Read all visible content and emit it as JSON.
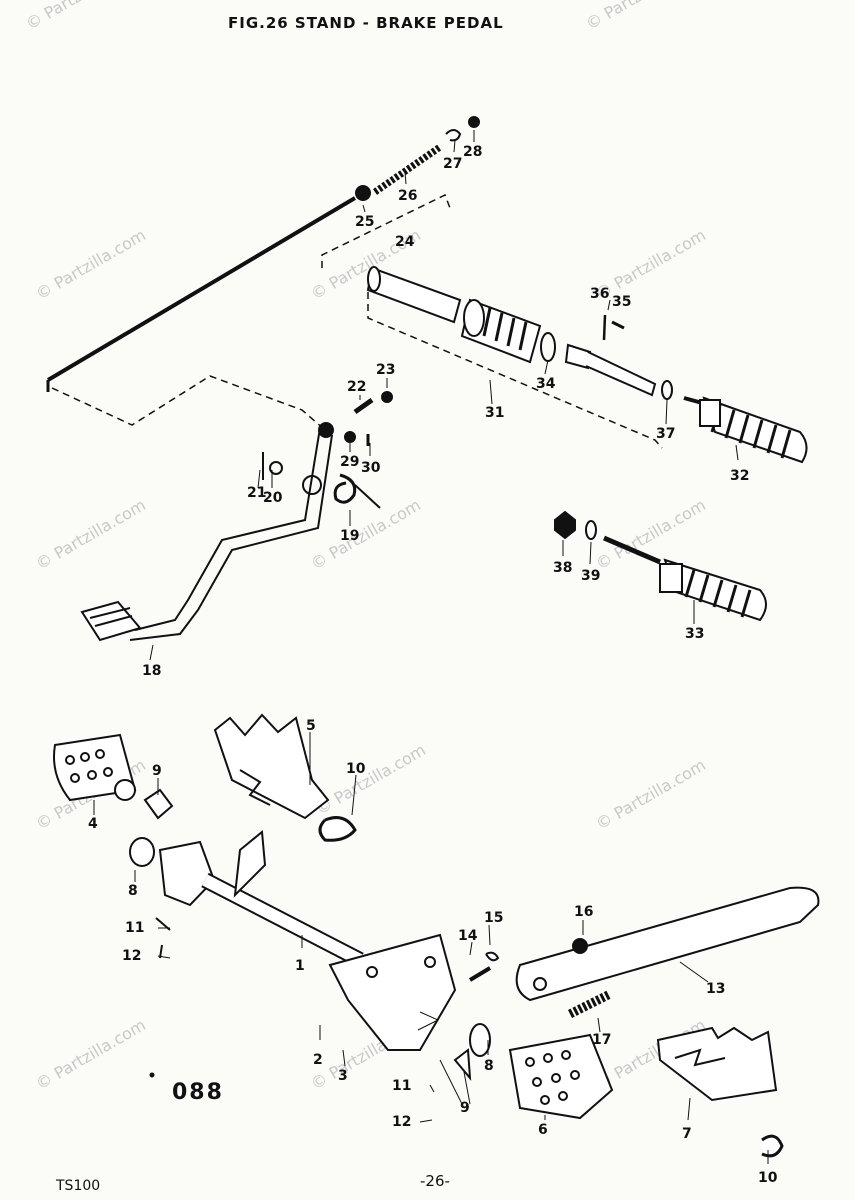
{
  "header": {
    "title": "FIG.26 STAND - BRAKE PEDAL"
  },
  "footer": {
    "code": "088",
    "model": "TS100",
    "page": "-26-"
  },
  "watermark": "© Partzilla.com",
  "callouts": [
    "1",
    "2",
    "3",
    "4",
    "5",
    "6",
    "7",
    "8",
    "8",
    "9",
    "9",
    "10",
    "10",
    "11",
    "11",
    "12",
    "12",
    "13",
    "14",
    "15",
    "16",
    "17",
    "18",
    "19",
    "20",
    "21",
    "22",
    "23",
    "24",
    "25",
    "26",
    "27",
    "28",
    "29",
    "30",
    "31",
    "32",
    "33",
    "34",
    "35",
    "36",
    "37",
    "38",
    "39"
  ]
}
